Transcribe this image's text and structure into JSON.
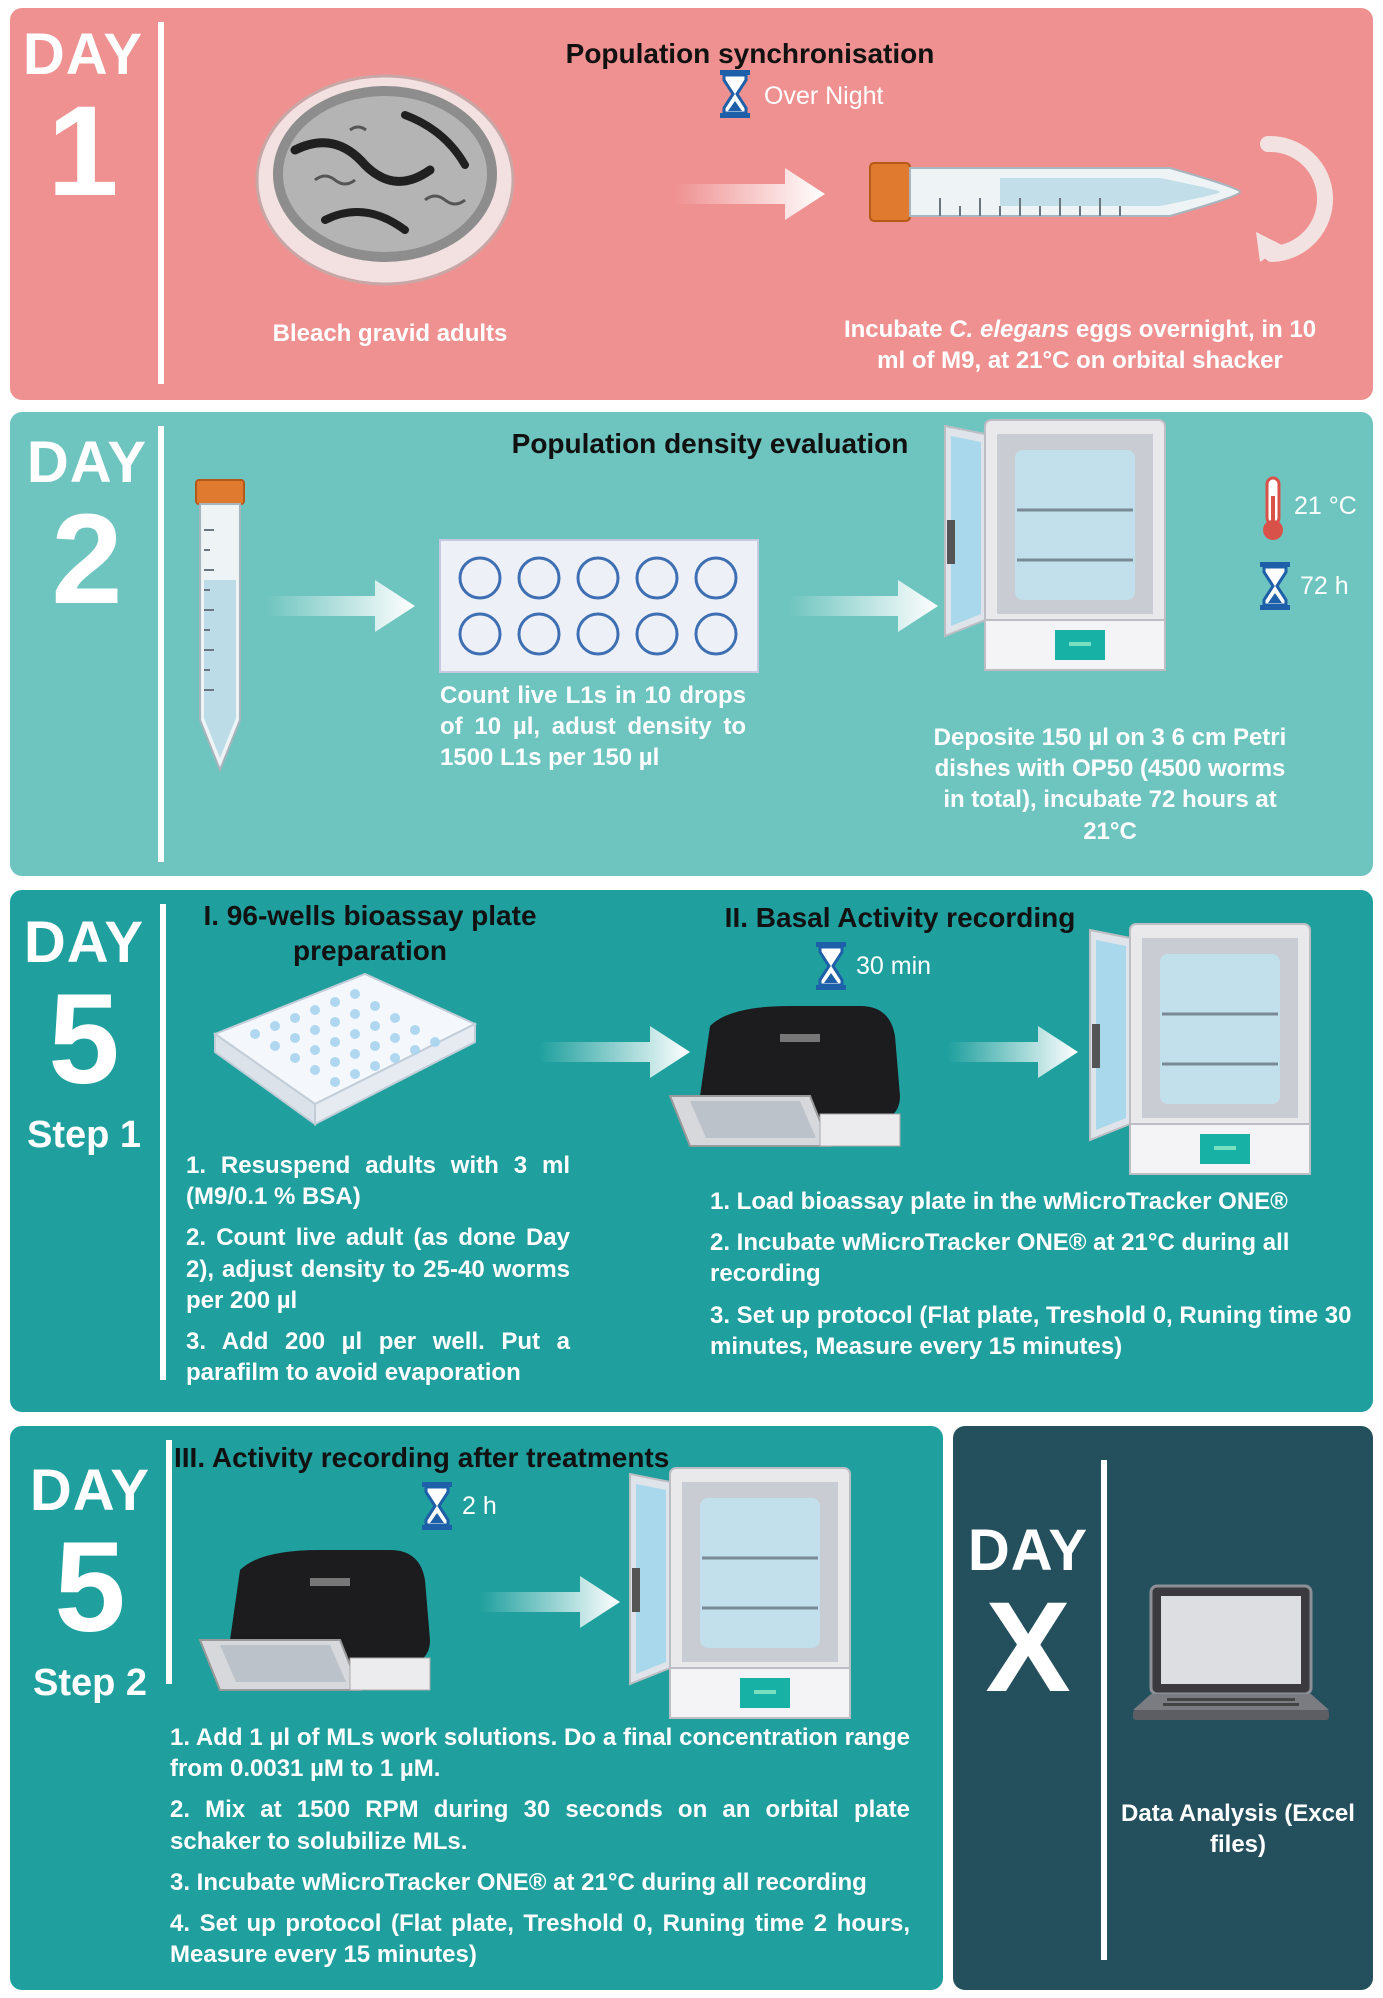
{
  "day1": {
    "day_word": "DAY",
    "day_num": "1",
    "title": "Population synchronisation",
    "timer_label": "Over Night",
    "left_caption": "Bleach gravid adults",
    "right_caption_pre": "Incubate ",
    "right_caption_italic": "C. elegans",
    "right_caption_post": " eggs overnight, in 10 ml of M9, at 21°C on orbital shacker"
  },
  "day2": {
    "day_word": "DAY",
    "day_num": "2",
    "title": "Population density evaluation",
    "middle_caption": "Count live L1s in 10 drops of 10 µl, adust density to 1500 L1s per 150 µl",
    "right_caption": "Deposite 150 µl on 3 6 cm Petri dishes with OP50 (4500 worms in total), incubate 72 hours at 21°C",
    "temp_label": "21 °C",
    "time_label": "72 h"
  },
  "day5a": {
    "day_word": "DAY",
    "day_num": "5",
    "step_label": "Step 1",
    "title_left": "I. 96-wells bioassay plate preparation",
    "title_right": "II. Basal Activity recording",
    "timer_label": "30 min",
    "left_steps": [
      "1. Resuspend adults with 3 ml (M9/0.1 % BSA)",
      "2. Count live adult (as done Day 2), adjust density to 25-40 worms per 200 µl",
      "3. Add 200 µl per well. Put a parafilm to avoid evaporation"
    ],
    "right_steps": [
      "1.   Load bioassay plate in the wMicroTracker ONE®",
      "2. Incubate  wMicroTracker ONE® at 21°C during all recording",
      "3. Set up protocol (Flat plate, Treshold 0, Runing time 30 minutes, Measure every 15 minutes)"
    ]
  },
  "day5b": {
    "day_word": "DAY",
    "day_num": "5",
    "step_label": "Step 2",
    "title": "III. Activity recording after treatments",
    "timer_label": "2 h",
    "steps": [
      "1. Add 1 µl of MLs work solutions. Do a final concentration range from 0.0031 µM to 1 µM.",
      "2. Mix at 1500 RPM during 30 seconds on an orbital plate schaker to solubilize MLs.",
      "3. Incubate wMicroTracker ONE® at 21°C during all recording",
      "4. Set up protocol (Flat plate, Treshold 0, Runing time 2 hours, Measure every 15 minutes)"
    ]
  },
  "dayx": {
    "day_word": "DAY",
    "day_num": "X",
    "caption": "Data Analysis (Excel files)"
  },
  "colors": {
    "day1_bg": "#ef9191",
    "day2_bg": "#6ec4bf",
    "day5_bg": "#1fa09e",
    "dayx_bg": "#24505d",
    "hourglass": "#1d5fa8",
    "thermometer": "#d9524a"
  }
}
